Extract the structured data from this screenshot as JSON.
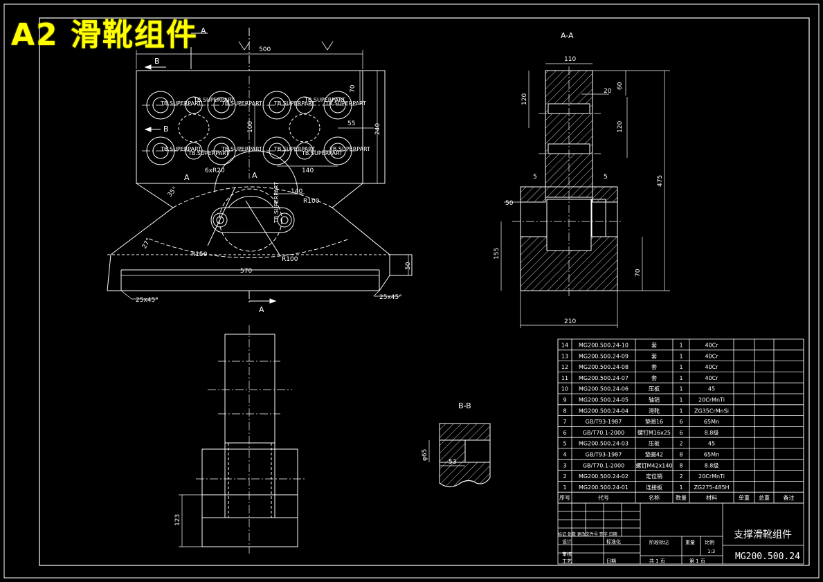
{
  "title": "A2 滑靴组件",
  "section_labels": {
    "aa": "A-A",
    "bb": "B-B",
    "a": "A",
    "b": "B"
  },
  "watermark": "TB.SUPERPART",
  "dimensions": {
    "d500": "500",
    "d70": "70",
    "d240": "240",
    "d100": "100",
    "d55": "55",
    "d140a": "140",
    "d6xR20": "6xR20",
    "d140b": "140",
    "dR100a": "R100",
    "dR150": "R150",
    "dR100b": "R100",
    "d570": "570",
    "d50": "50",
    "d35": "35°",
    "d27": "27°",
    "dchamferL": "25x45°",
    "dchamferR": "25x45°",
    "aa110": "110",
    "aa20": "20",
    "aa60": "60",
    "aa120a": "120",
    "aa120b": "120",
    "aa475": "475",
    "aa5a": "5",
    "aa5b": "5",
    "aa50": "50",
    "aa155": "155",
    "aa70": "70",
    "aa210": "210",
    "bb65": "φ65",
    "bb53": "53",
    "side123": "123"
  },
  "bom": {
    "rows": [
      {
        "no": "14",
        "code": "MG200.500.24-10",
        "name": "套",
        "qty": "1",
        "mat": "40Cr"
      },
      {
        "no": "13",
        "code": "MG200.500.24-09",
        "name": "套",
        "qty": "1",
        "mat": "40Cr"
      },
      {
        "no": "12",
        "code": "MG200.500.24-08",
        "name": "套",
        "qty": "1",
        "mat": "40Cr"
      },
      {
        "no": "11",
        "code": "MG200.500.24-07",
        "name": "套",
        "qty": "1",
        "mat": "40Cr"
      },
      {
        "no": "10",
        "code": "MG200.500.24-06",
        "name": "压板",
        "qty": "1",
        "mat": "45"
      },
      {
        "no": "9",
        "code": "MG200.500.24-05",
        "name": "轴销",
        "qty": "1",
        "mat": "20CrMnTi"
      },
      {
        "no": "8",
        "code": "MG200.500.24-04",
        "name": "滑靴",
        "qty": "1",
        "mat": "ZG35CrMnSi"
      },
      {
        "no": "7",
        "code": "GB/T93-1987",
        "name": "垫圈16",
        "qty": "6",
        "mat": "65Mn"
      },
      {
        "no": "6",
        "code": "GB/T70.1-2000",
        "name": "螺钉M16x25",
        "qty": "6",
        "mat": "8.8级"
      },
      {
        "no": "5",
        "code": "MG200.500.24-03",
        "name": "压板",
        "qty": "2",
        "mat": "45"
      },
      {
        "no": "4",
        "code": "GB/T93-1987",
        "name": "垫圈42",
        "qty": "8",
        "mat": "65Mn"
      },
      {
        "no": "3",
        "code": "GB/T70.1-2000",
        "name": "螺钉M42x140",
        "qty": "8",
        "mat": "8.8级"
      },
      {
        "no": "2",
        "code": "MG200.500.24-02",
        "name": "定位销",
        "qty": "2",
        "mat": "20CrMnTi"
      },
      {
        "no": "1",
        "code": "MG200.500.24-01",
        "name": "连接板",
        "qty": "1",
        "mat": "ZG275-485H"
      }
    ],
    "headers": {
      "no": "序号",
      "code": "代号",
      "name": "名称",
      "qty": "数量",
      "mat": "材料",
      "unit_w": "单重",
      "total_w": "总重",
      "remark": "备注"
    }
  },
  "title_block": {
    "name": "支撑滑靴组件",
    "code": "MG200.500.24",
    "scale": "1:3",
    "scale_label": "比例",
    "weight_label": "重量",
    "stage_label": "阶段标记",
    "sheets_total": "共 1 页",
    "sheet_no": "第 1 页",
    "mark_row": "标记 处数 更改文件号 签字 日期",
    "design": "设计",
    "std": "标准化",
    "review": "审核",
    "process": "工艺",
    "date": "日期"
  }
}
